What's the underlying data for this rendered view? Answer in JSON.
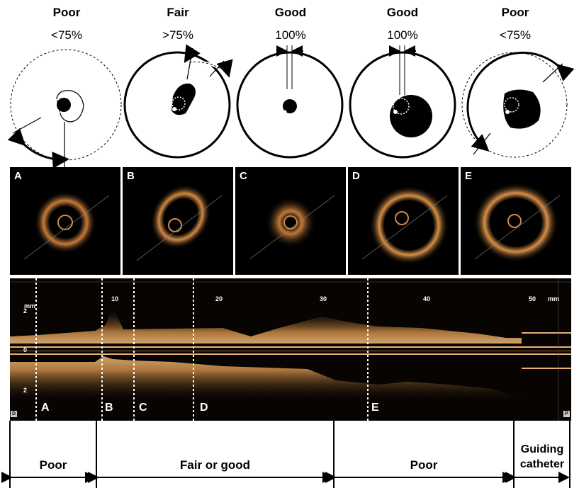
{
  "schematics": [
    {
      "grade": "Poor",
      "pct": "<75%"
    },
    {
      "grade": "Fair",
      "pct": ">75%"
    },
    {
      "grade": "Good",
      "pct": "100%"
    },
    {
      "grade": "Good",
      "pct": "100%"
    },
    {
      "grade": "Poor",
      "pct": "<75%"
    }
  ],
  "oct_panels": [
    "A",
    "B",
    "C",
    "D",
    "E"
  ],
  "longitudinal": {
    "unit_left": "mm",
    "unit_right": "mm",
    "depth_ticks": [
      "2",
      "0",
      "2"
    ],
    "length_ticks": [
      "10",
      "20",
      "30",
      "40",
      "50"
    ],
    "frame_labels": [
      "A",
      "B",
      "C",
      "D",
      "E"
    ],
    "corner_left": "D",
    "corner_right": "P"
  },
  "segments": [
    {
      "label": "Poor"
    },
    {
      "label": "Fair or good"
    },
    {
      "label": "Poor"
    },
    {
      "label": "Guiding catheter"
    }
  ],
  "colors": {
    "oct_glow": "#e8a050",
    "background": "#000000",
    "line": "#000000"
  }
}
